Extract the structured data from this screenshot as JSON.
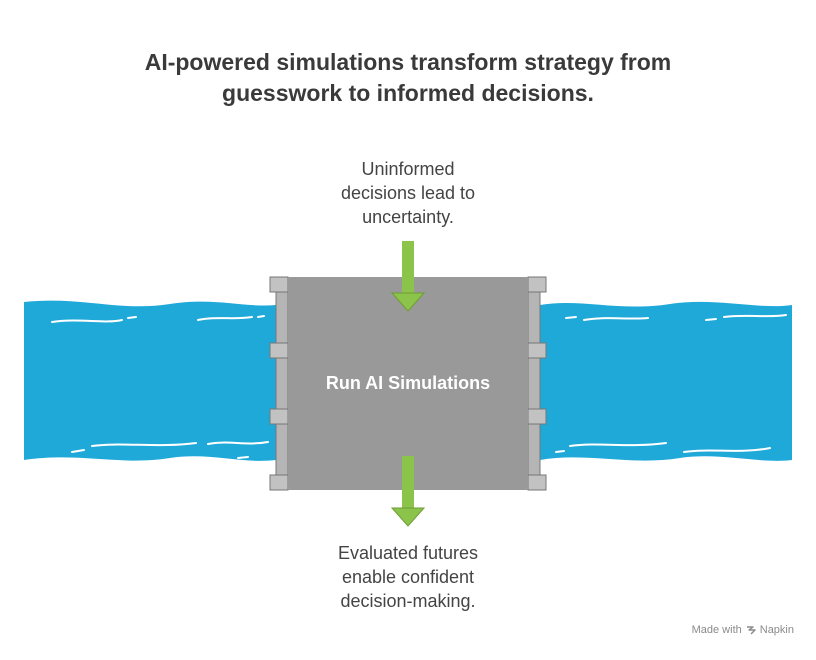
{
  "title": {
    "line1": "AI-powered simulations transform strategy from",
    "line2": "guesswork to informed decisions."
  },
  "top_caption": {
    "line1": "Uninformed",
    "line2": "decisions lead to",
    "line3": "uncertainty."
  },
  "center_box": {
    "label": "Run AI Simulations"
  },
  "bottom_caption": {
    "line1": "Evaluated futures",
    "line2": "enable confident",
    "line3": "decision-making."
  },
  "footer": {
    "made_with": "Made with",
    "brand": "Napkin"
  },
  "colors": {
    "water": "#1fa9d9",
    "box": "#999999",
    "arrow": "#8cc34b",
    "title": "#3a3a3a"
  }
}
